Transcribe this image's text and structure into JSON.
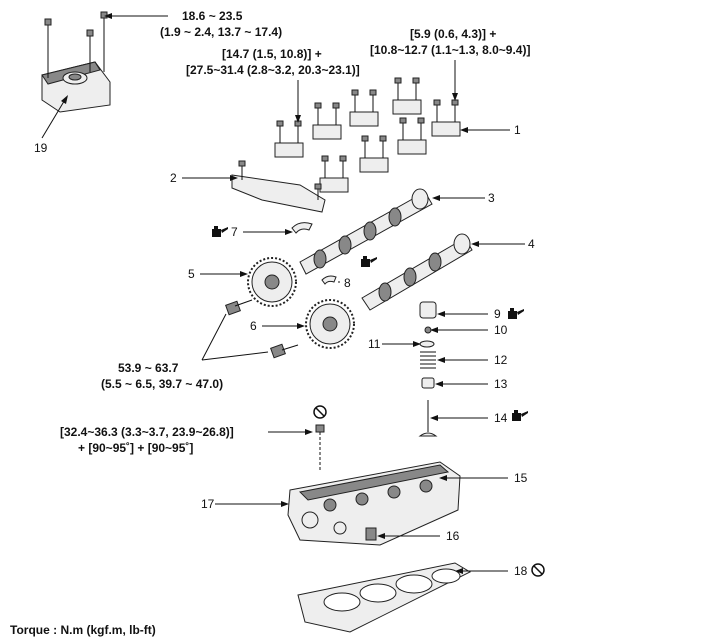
{
  "torque_note": "Torque : N.m (kgf.m, lb-ft)",
  "torques": {
    "t19": [
      "18.6 ~ 23.5",
      "(1.9 ~ 2.4, 13.7 ~ 17.4)"
    ],
    "t1": [
      "[5.9 (0.6, 4.3)] +",
      "[10.8~12.7 (1.1~1.3, 8.0~9.4)]"
    ],
    "t2": [
      "[14.7 (1.5, 10.8)] +",
      "[27.5~31.4 (2.8~3.2, 20.3~23.1)]"
    ],
    "t56": [
      "53.9 ~ 63.7",
      "(5.5 ~ 6.5, 39.7 ~ 47.0)"
    ],
    "t17": [
      "[32.4~36.3 (3.3~3.7, 23.9~26.8)]",
      "+ [90~95˚] + [90~95˚]"
    ]
  },
  "callouts": [
    "1",
    "2",
    "3",
    "4",
    "5",
    "6",
    "7",
    "8",
    "9",
    "10",
    "11",
    "12",
    "13",
    "14",
    "15",
    "16",
    "17",
    "18",
    "19"
  ],
  "icons": {
    "oil": "oil-can-icon",
    "no_reuse": "prohibited-reuse-icon"
  }
}
